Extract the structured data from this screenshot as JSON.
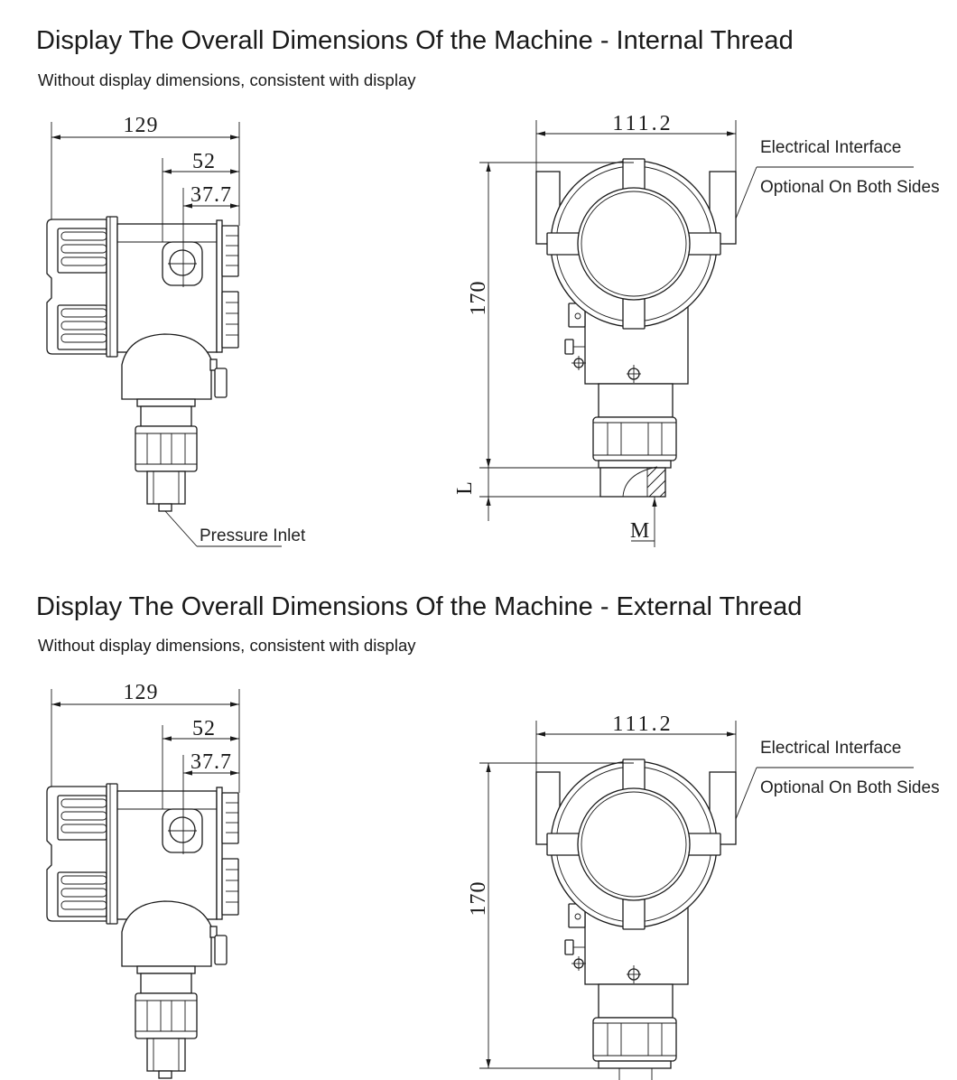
{
  "colors": {
    "ink": "#1a1a1a",
    "paper": "#ffffff"
  },
  "sections": [
    {
      "title": "Display The Overall Dimensions Of the Machine - Internal Thread",
      "subtitle": "Without display dimensions, consistent with display",
      "side_view": {
        "overall_width": "129",
        "offset_width": "52",
        "window_offset": "37.7",
        "inlet_label": "Pressure Inlet"
      },
      "front_view": {
        "overall_width": "111.2",
        "overall_height": "170",
        "thread_length_symbol": "L",
        "thread_size_symbol": "M",
        "interface_label": "Electrical Interface",
        "interface_note": "Optional On Both Sides"
      }
    },
    {
      "title": "Display The Overall Dimensions Of the Machine - External Thread",
      "subtitle": "Without display dimensions, consistent with display",
      "side_view": {
        "overall_width": "129",
        "offset_width": "52",
        "window_offset": "37.7"
      },
      "front_view": {
        "overall_width": "111.2",
        "overall_height": "170",
        "interface_label": "Electrical Interface",
        "interface_note": "Optional On Both Sides"
      }
    }
  ]
}
